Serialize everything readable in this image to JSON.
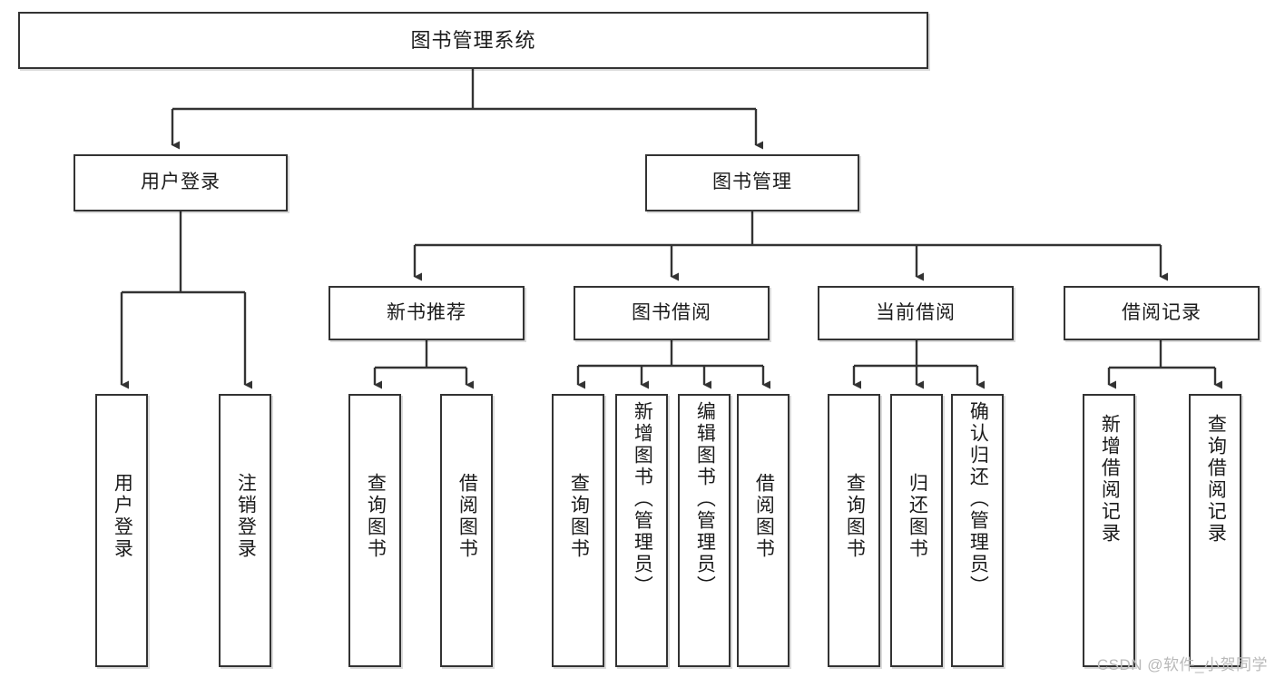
{
  "diagram": {
    "title": "图书管理系统",
    "type": "tree",
    "watermark": "CSDN @软件_小贺同学",
    "colors": {
      "stroke": "#333333",
      "fill": "#ffffff",
      "text": "#1b1b1b",
      "watermark": "#b9b9b9"
    },
    "levels": {
      "root": {
        "label": "图书管理系统"
      },
      "level2": [
        {
          "label": "用户登录"
        },
        {
          "label": "图书管理"
        }
      ],
      "level3": [
        {
          "label": "新书推荐"
        },
        {
          "label": "图书借阅"
        },
        {
          "label": "当前借阅"
        },
        {
          "label": "借阅记录"
        }
      ],
      "leaves": {
        "user_login": [
          {
            "label": "用户登录"
          },
          {
            "label": "注销登录"
          }
        ],
        "new_book_recommend": [
          {
            "label": "查询图书"
          },
          {
            "label": "借阅图书"
          }
        ],
        "book_borrow": [
          {
            "label": "查询图书"
          },
          {
            "label": "新增图书（管理员）"
          },
          {
            "label": "编辑图书（管理员）"
          },
          {
            "label": "借阅图书"
          }
        ],
        "current_borrow": [
          {
            "label": "查询图书"
          },
          {
            "label": "归还图书"
          },
          {
            "label": "确认归还（管理员）"
          }
        ],
        "borrow_record": [
          {
            "label": "新增借阅记录"
          },
          {
            "label": "查询借阅记录"
          }
        ]
      }
    }
  },
  "chart_data": {
    "type": "table",
    "title": "图书管理系统",
    "nodes": [
      {
        "id": "root",
        "label": "图书管理系统",
        "level": 0,
        "parent": null
      },
      {
        "id": "n-user-login",
        "label": "用户登录",
        "level": 1,
        "parent": "root"
      },
      {
        "id": "n-book-manage",
        "label": "图书管理",
        "level": 1,
        "parent": "root"
      },
      {
        "id": "n-new-book",
        "label": "新书推荐",
        "level": 2,
        "parent": "n-book-manage"
      },
      {
        "id": "n-book-borrow",
        "label": "图书借阅",
        "level": 2,
        "parent": "n-book-manage"
      },
      {
        "id": "n-current-borrow",
        "label": "当前借阅",
        "level": 2,
        "parent": "n-book-manage"
      },
      {
        "id": "n-borrow-record",
        "label": "借阅记录",
        "level": 2,
        "parent": "n-book-manage"
      },
      {
        "id": "l-user-login",
        "label": "用户登录",
        "level": 2,
        "parent": "n-user-login"
      },
      {
        "id": "l-logout",
        "label": "注销登录",
        "level": 2,
        "parent": "n-user-login"
      },
      {
        "id": "l-nb-query",
        "label": "查询图书",
        "level": 3,
        "parent": "n-new-book"
      },
      {
        "id": "l-nb-borrow",
        "label": "借阅图书",
        "level": 3,
        "parent": "n-new-book"
      },
      {
        "id": "l-bb-query",
        "label": "查询图书",
        "level": 3,
        "parent": "n-book-borrow"
      },
      {
        "id": "l-bb-add",
        "label": "新增图书（管理员）",
        "level": 3,
        "parent": "n-book-borrow"
      },
      {
        "id": "l-bb-edit",
        "label": "编辑图书（管理员）",
        "level": 3,
        "parent": "n-book-borrow"
      },
      {
        "id": "l-bb-borrow",
        "label": "借阅图书",
        "level": 3,
        "parent": "n-book-borrow"
      },
      {
        "id": "l-cb-query",
        "label": "查询图书",
        "level": 3,
        "parent": "n-current-borrow"
      },
      {
        "id": "l-cb-return",
        "label": "归还图书",
        "level": 3,
        "parent": "n-current-borrow"
      },
      {
        "id": "l-cb-confirm",
        "label": "确认归还（管理员）",
        "level": 3,
        "parent": "n-current-borrow"
      },
      {
        "id": "l-br-add",
        "label": "新增借阅记录",
        "level": 3,
        "parent": "n-borrow-record"
      },
      {
        "id": "l-br-query",
        "label": "查询借阅记录",
        "level": 3,
        "parent": "n-borrow-record"
      }
    ]
  }
}
